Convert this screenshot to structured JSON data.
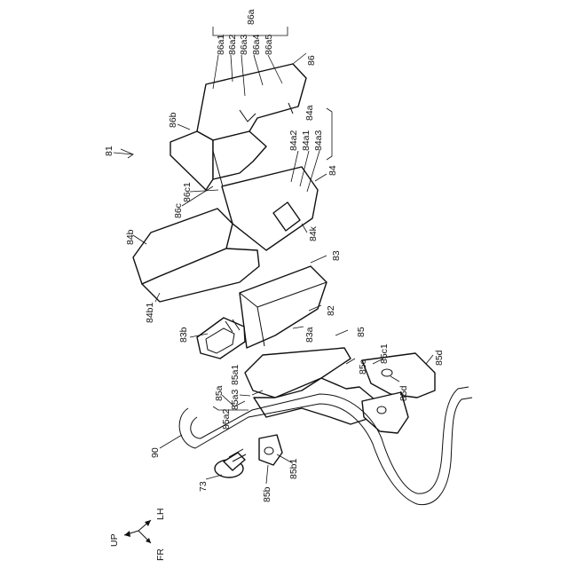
{
  "figure_labels": {
    "l81": "81",
    "l86": "86",
    "l86a": "86a",
    "l86a1": "86a1",
    "l86a2": "86a2",
    "l86a3": "86a3",
    "l86a4": "86a4",
    "l86a5": "86a5",
    "l86b": "86b",
    "l86c": "86c",
    "l86c1": "86c1",
    "l84": "84",
    "l84a": "84a",
    "l84a1": "84a1",
    "l84a2": "84a2",
    "l84a3": "84a3",
    "l84b": "84b",
    "l84b1": "84b1",
    "l84k": "84k",
    "l83": "83",
    "l83a": "83a",
    "l83b": "83b",
    "l82": "82",
    "l85": "85",
    "l85a": "85a",
    "l85a1": "85a1",
    "l85a2": "85a2",
    "l85a3": "85a3",
    "l85b": "85b",
    "l85b1": "85b1",
    "l85c": "85c",
    "l85c1": "85c1",
    "l85d": "85d",
    "l85d2": "85d",
    "l90": "90",
    "l73": "73"
  },
  "axes": {
    "up": "UP",
    "lh": "LH",
    "fr": "FR"
  }
}
